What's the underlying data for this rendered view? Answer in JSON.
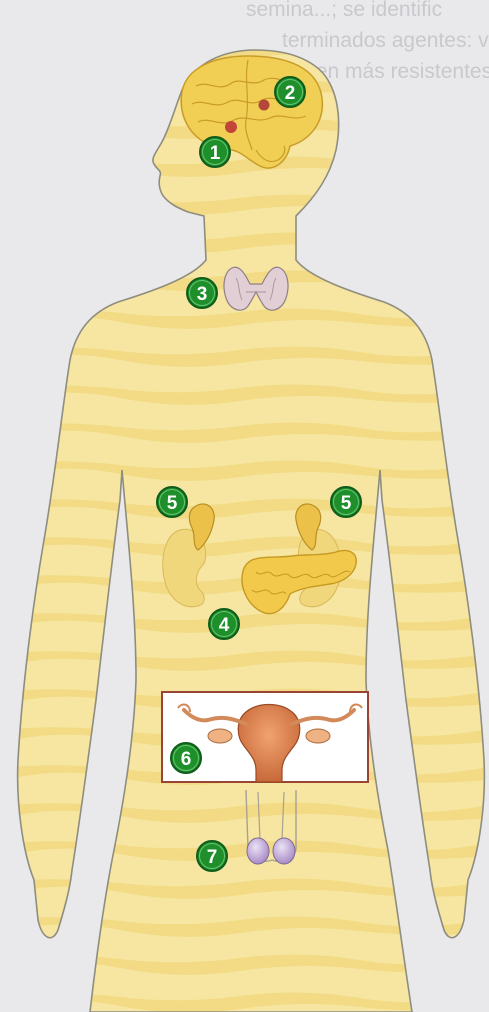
{
  "background_text": [
    "semina...; se identific",
    "terminados agentes: viven c",
    "tienen más resistentes,",
    "...",
    "...",
    "...",
    "..."
  ],
  "colors": {
    "skin": "#f6e6a2",
    "skin_stripe": "#f1da7f",
    "outline": "#8f8d7e",
    "badge_fill": "#1f8f2c",
    "badge_ring": "#0f5d1a",
    "organ_gland": "#ecca5b",
    "uterus": "#d47f4a",
    "thyroid": "#e2cfd6",
    "testis": "#cbb6e0"
  },
  "markers": [
    {
      "id": "1",
      "label": "1",
      "organ": "pituitary"
    },
    {
      "id": "2",
      "label": "2",
      "organ": "pineal"
    },
    {
      "id": "3",
      "label": "3",
      "organ": "thyroid"
    },
    {
      "id": "4",
      "label": "4",
      "organ": "pancreas"
    },
    {
      "id": "5a",
      "label": "5",
      "organ": "adrenal-left"
    },
    {
      "id": "5b",
      "label": "5",
      "organ": "adrenal-right"
    },
    {
      "id": "6",
      "label": "6",
      "organ": "ovaries"
    },
    {
      "id": "7",
      "label": "7",
      "organ": "testes"
    }
  ]
}
